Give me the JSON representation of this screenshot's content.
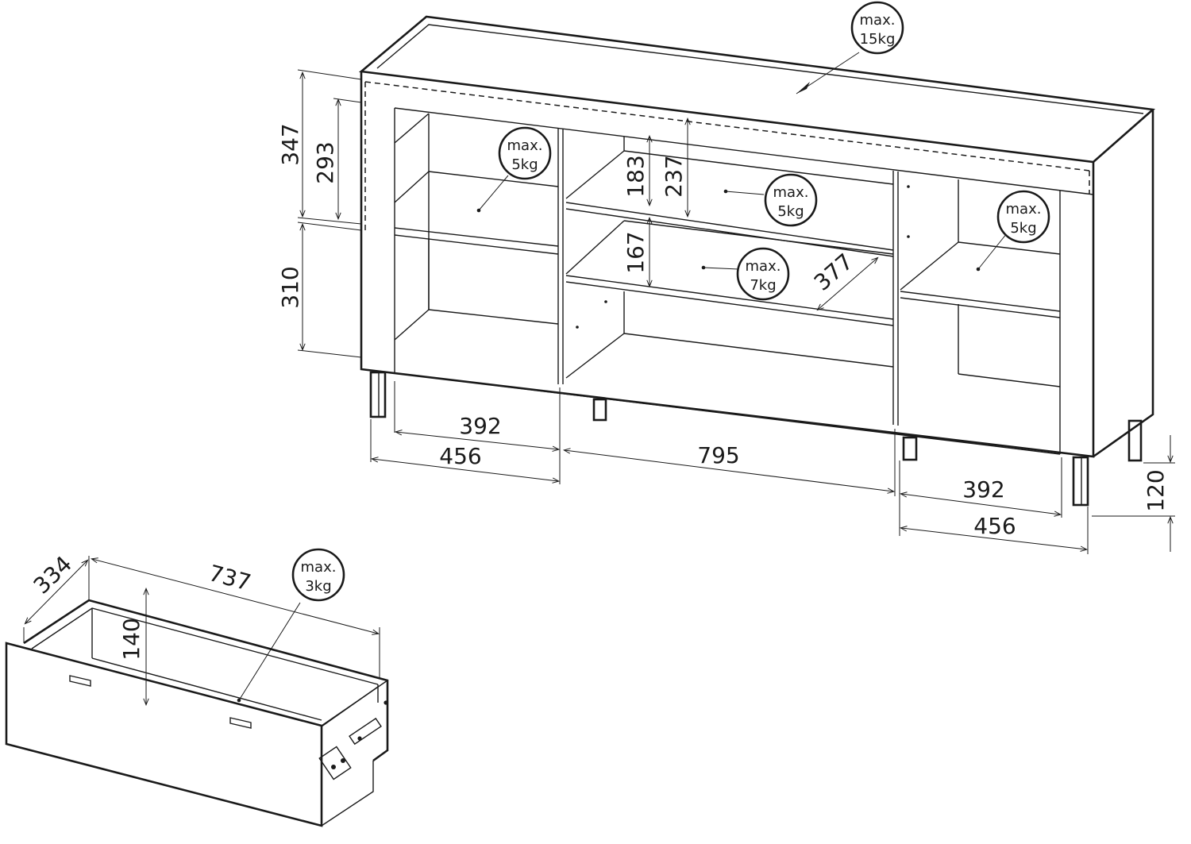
{
  "dimensions": {
    "total_height": "347",
    "upper_opening_height": "293",
    "lower_height": "310",
    "center_upper_shelf_gap": "183",
    "center_upper_height": "237",
    "center_lower_shelf_gap": "167",
    "shelf_depth": "377",
    "left_inner_width": "392",
    "left_outer_width": "456",
    "center_width": "795",
    "right_inner_width": "392",
    "right_outer_width": "456",
    "leg_height": "120",
    "drawer_depth": "334",
    "drawer_width": "737",
    "drawer_height": "140"
  },
  "load_limits": {
    "top": [
      "max.",
      "15kg"
    ],
    "left_shelf": [
      "max.",
      "5kg"
    ],
    "center_upper_shelf": [
      "max.",
      "5kg"
    ],
    "right_shelf": [
      "max.",
      "5kg"
    ],
    "center_lower_shelf": [
      "max.",
      "7kg"
    ],
    "drawer": [
      "max.",
      "3kg"
    ]
  }
}
